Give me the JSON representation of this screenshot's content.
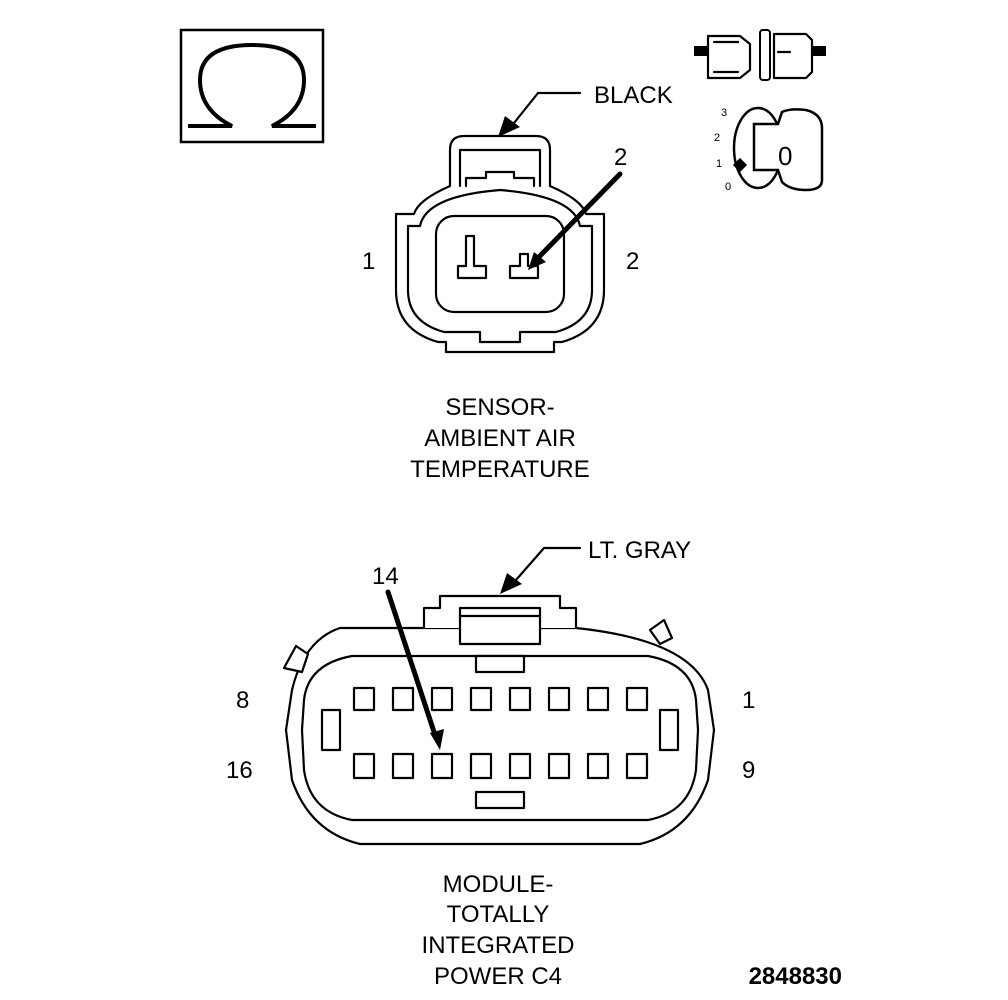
{
  "figure_number": "2848830",
  "icons": {
    "ohm": "ohm-symbol-icon",
    "connector": "disconnected-connector-icon",
    "ignition": "ignition-key-off-icon"
  },
  "ignition": {
    "positions": [
      "3",
      "2",
      "1",
      "0"
    ],
    "key_label": "0"
  },
  "sensor_connector": {
    "color_label": "BLACK",
    "callout_pin": "2",
    "side_left": "1",
    "side_right": "2",
    "title_lines": [
      "SENSOR-",
      "AMBIENT AIR",
      "TEMPERATURE"
    ]
  },
  "module_connector": {
    "color_label": "LT. GRAY",
    "callout_pin": "14",
    "top_left": "8",
    "top_right": "1",
    "bottom_left": "16",
    "bottom_right": "9",
    "title_lines": [
      "MODULE-",
      "TOTALLY",
      "INTEGRATED",
      "POWER C4"
    ]
  }
}
